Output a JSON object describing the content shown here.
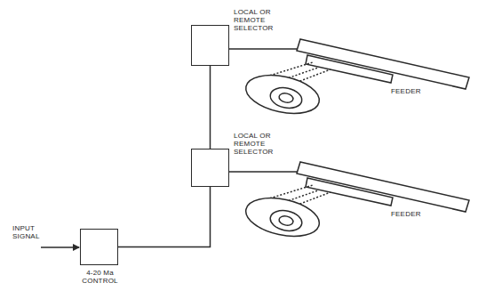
{
  "diagram": {
    "nodes": [
      {
        "text": [
          "LOCAL OR REMOTE SELECTOR"
        ]
      },
      {
        "text": [
          "LOCAL OR REMOTE SELECTOR"
        ]
      },
      {
        "text": [
          "4-20 Ma CONTROL"
        ]
      }
    ],
    "edges": [
      {
        "from": 2,
        "to": 1,
        "arrow": "none"
      },
      {
        "from": 1,
        "to": 0,
        "arrow": "none"
      }
    ],
    "labels": [
      "INPUT SIGNAL",
      "FEEDER",
      "FEEDER"
    ]
  }
}
